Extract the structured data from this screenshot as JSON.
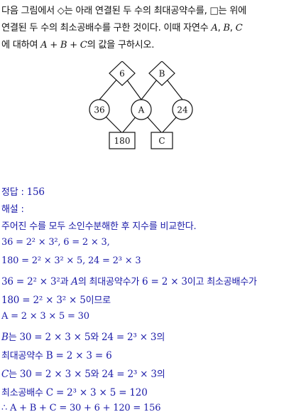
{
  "question": {
    "line1": "다음 그림에서 ◇는 아래 연결된 두 수의 최대공약수를, □는 위에",
    "line2a": "연결된 두 수의 최소공배수를 구한 것이다. 이때 자연수 ",
    "var_a": "A",
    "comma1": ", ",
    "var_b": "B",
    "comma2": ", ",
    "var_c": "C",
    "line3a": "에 대하여 ",
    "expr": "A + B + C",
    "line3b": "의 값을 구하시오."
  },
  "diagram": {
    "diamond_left": "6",
    "diamond_right": "B",
    "circle_left": "36",
    "circle_mid": "A",
    "circle_right": "24",
    "box_left": "180",
    "box_right": "C"
  },
  "answer": {
    "label": "정답 : ",
    "value": "156"
  },
  "explanation_label": "해설 :",
  "solution": {
    "s1": "주어진 수를 모두 소인수분해한 후 지수를 비교한다.",
    "s2": "36 = 2² × 3², 6 = 2 × 3,",
    "s3": "180 = 2² × 3² × 5, 24 = 2³ × 3",
    "s4a": "36 = 2² × 3²",
    "s4b": "과 ",
    "s4c": "A",
    "s4d": "의 최대공약수가 ",
    "s4e": "6 = 2 × 3",
    "s4f": "이고 최소공배수가",
    "s5a": "180 = 2² × 3² × 5",
    "s5b": "이므로",
    "s6": "A = 2 × 3 × 5 = 30",
    "s7a": "B",
    "s7b": "는 ",
    "s7c": "30 = 2 × 3 × 5",
    "s7d": "와 ",
    "s7e": "24 = 2³ × 3",
    "s7f": "의",
    "s8a": "최대공약수 ",
    "s8b": "B = 2 × 3 = 6",
    "s9a": "C",
    "s9b": "는 ",
    "s9c": "30 = 2 × 3 × 5",
    "s9d": "와 ",
    "s9e": "24 = 2³ × 3",
    "s9f": "의",
    "s10a": "최소공배수 ",
    "s10b": "C = 2³ × 3 × 5 = 120",
    "s11": "∴ A + B + C = 30 + 6 + 120 = 156"
  },
  "colors": {
    "solution_text": "#1a1aa8",
    "body_text": "#111111"
  }
}
